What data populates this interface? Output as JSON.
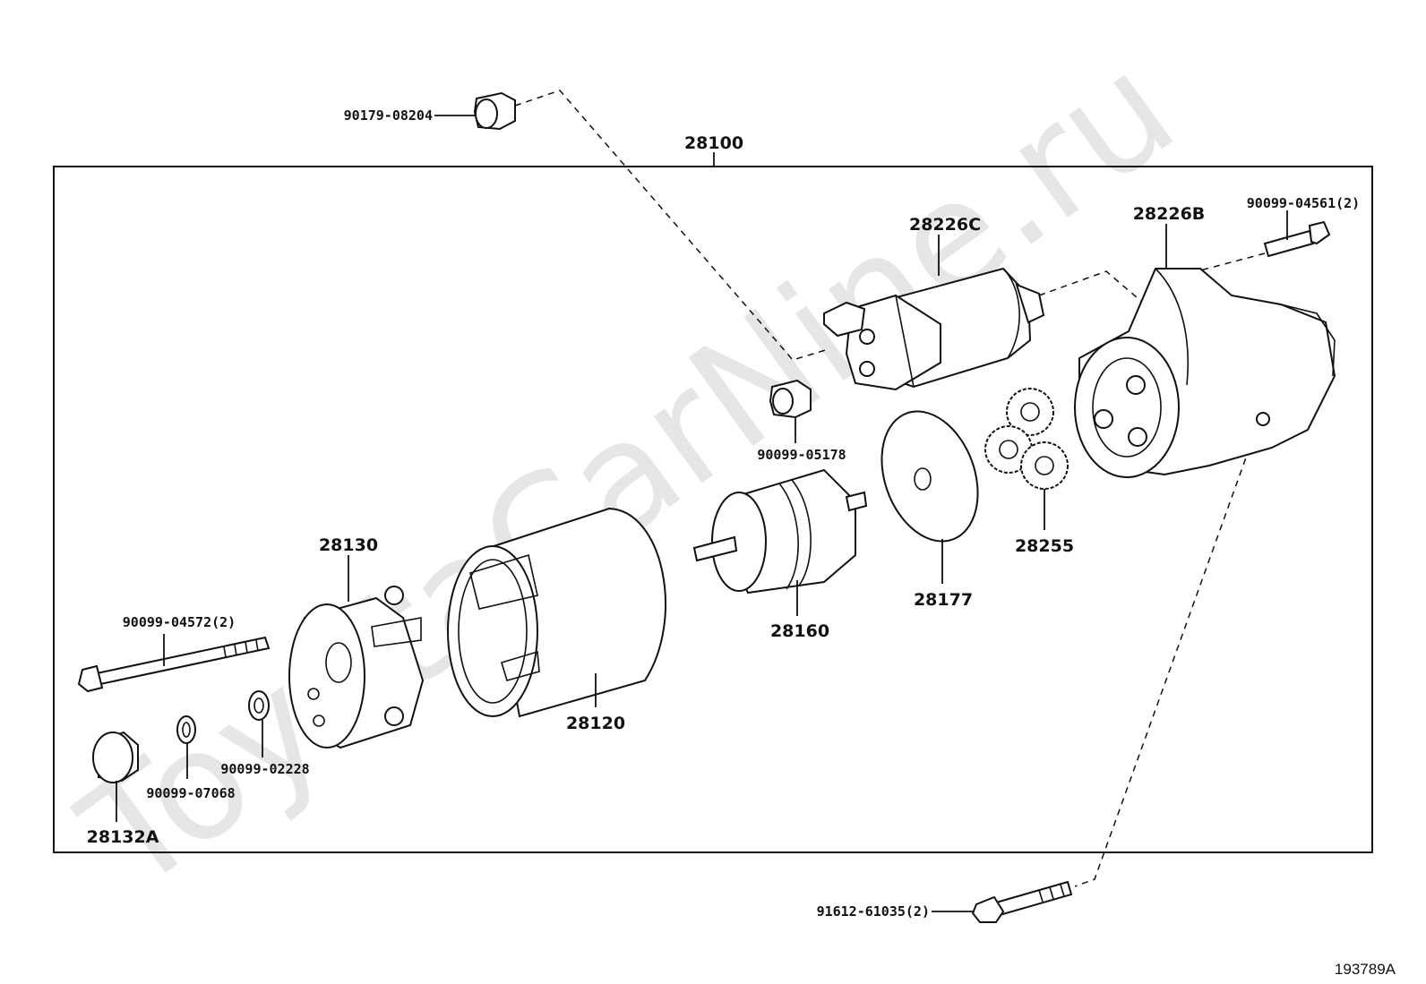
{
  "watermark": "ToyotaCarNine.ru",
  "figure_id": "193789A",
  "assembly_label": "28100",
  "parts": {
    "p90179_08204": "90179-08204",
    "p28226C": "28226C",
    "p28226B": "28226B",
    "p90099_04561": "90099-04561(2)",
    "p90099_05178": "90099-05178",
    "p28255": "28255",
    "p28177": "28177",
    "p28160": "28160",
    "p28130": "28130",
    "p28120": "28120",
    "p90099_04572": "90099-04572(2)",
    "p90099_02228": "90099-02228",
    "p90099_07068": "90099-07068",
    "p28132A": "28132A",
    "p91612_61035": "91612-61035(2)"
  }
}
